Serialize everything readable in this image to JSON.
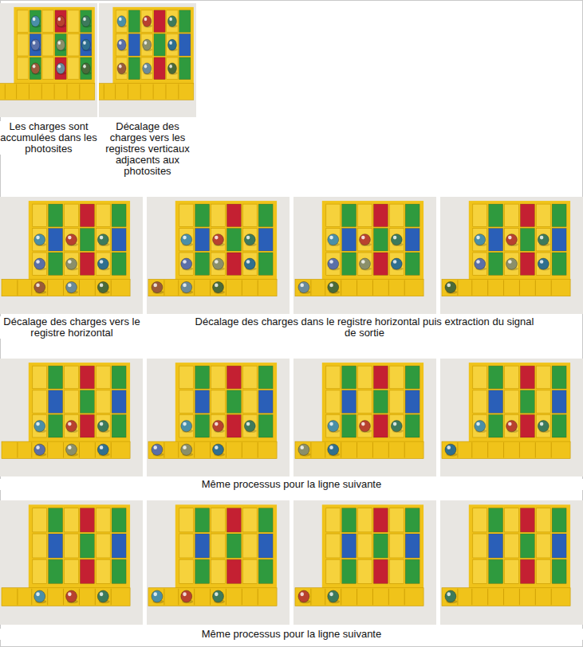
{
  "diagram": {
    "labels": [
      "Les charges sont accumulées dans les photosites",
      "Décalage des charges vers les registres verticaux adjacents aux photosites",
      "Décalage des charges vers le registre horizontal",
      "Décalage des charges dans le registre horizontal puis extraction du signal de sortie",
      "Même processus pour la ligne suivante",
      "Même processus pour la ligne suivante"
    ]
  }
}
